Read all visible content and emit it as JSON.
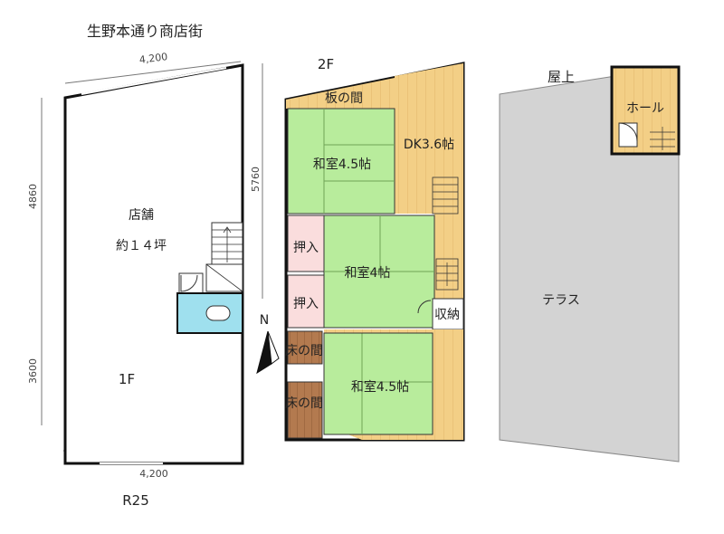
{
  "street_name": "生野本通り商店街",
  "road_label": "R25",
  "north_label": "N",
  "floor1": {
    "label": "1F",
    "shop_name": "店舗",
    "shop_area": "約１４坪",
    "dim_top": "4,200",
    "dim_bottom": "4,200",
    "dim_left_upper": "4860",
    "dim_left_lower": "3600",
    "dim_right": "5760"
  },
  "floor2": {
    "label": "2F",
    "rooms": {
      "itanoma": "板の間",
      "washitsu_top": "和室4.5帖",
      "dk": "DK3.6帖",
      "oshiire_1": "押入",
      "washitsu_mid": "和室4帖",
      "oshiire_2": "押入",
      "shuno": "収納",
      "tokonoma_1": "床の間",
      "tokonoma_2": "床の間",
      "washitsu_bottom": "和室4.5帖"
    }
  },
  "rooftop": {
    "label": "屋上",
    "hall": "ホール",
    "terrace": "テラス"
  },
  "colors": {
    "tatami_green": "#b8ec9c",
    "wood_floor": "#f3cf86",
    "closet_pink": "#fadddd",
    "terrace_gray": "#d3d3d3",
    "wall": "#111111",
    "bath_blue": "#9fe0ee",
    "tokonoma_brown": "#b37a4f"
  }
}
